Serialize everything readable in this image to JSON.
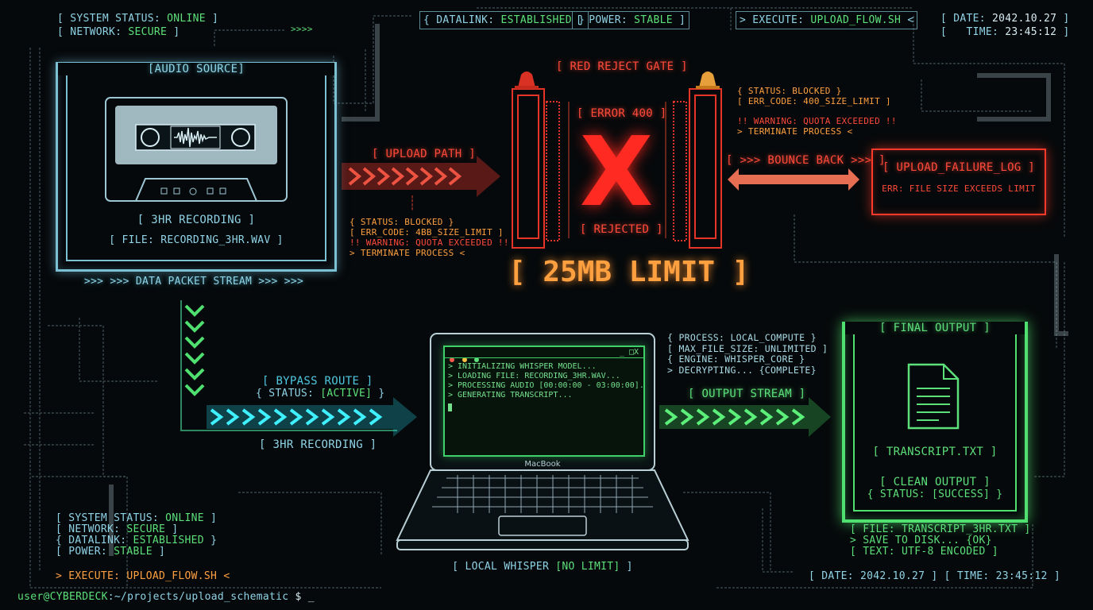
{
  "top_status": {
    "line1_prefix": "[ SYSTEM STATUS: ",
    "line1_value": "ONLINE",
    "line1_suffix": " ]",
    "line2_prefix": "[ NETWORK: ",
    "line2_value": "SECURE",
    "line2_suffix": " ]"
  },
  "top_bar": {
    "datalink_prefix": "{ DATALINK: ",
    "datalink_value": "ESTABLISHED",
    "datalink_suffix": " }",
    "power_prefix": "[ POWER: ",
    "power_value": "STABLE",
    "power_suffix": " ]",
    "execute_prefix": "> EXECUTE: ",
    "execute_value": "UPLOAD_FLOW.SH",
    "execute_suffix": " <",
    "date_prefix": "[ DATE: ",
    "date_value": "2042.10.27",
    "date_suffix": " ]",
    "time_prefix": "[   TIME: ",
    "time_value": "23:45:12",
    "time_suffix": " ]"
  },
  "audio_panel": {
    "title": "[AUDIO SOURCE]",
    "label": "[ 3HR RECORDING ]",
    "file": "[ FILE: RECORDING_3HR.WAV ]",
    "stream": ">>> >>> DATA PACKET STREAM >>> >>>"
  },
  "upload_path": {
    "label": "[ UPLOAD PATH ]",
    "status": "{ STATUS: BLOCKED }",
    "err": "[ ERR_CODE: 4BB_SIZE_LIMIT ]",
    "warn": "!! WARNING: QUOTA EXCEEDED !!",
    "term": "> TERMINATE PROCESS <"
  },
  "gate": {
    "title": "[ RED REJECT GATE ]",
    "error": "[ ERROR 400 ]",
    "rejected": "[ REJECTED ]",
    "limit": "[ 25MB LIMIT ]",
    "mark": "X"
  },
  "gate_status": {
    "status": "{ STATUS: BLOCKED }",
    "err": "[ ERR_CODE: 400_SIZE_LIMIT ]",
    "warn": "!! WARNING: QUOTA EXCEEDED !!",
    "term": "> TERMINATE PROCESS <"
  },
  "bounce": {
    "label": "[ >>> BOUNCE BACK >>> ]"
  },
  "failure_log": {
    "title": "[ UPLOAD_FAILURE_LOG ]",
    "err": "ERR: FILE SIZE EXCEEDS LIMIT"
  },
  "bypass": {
    "label": "[ BYPASS ROUTE ]",
    "status_prefix": "{ STATUS: ",
    "status_value": "[ACTIVE]",
    "status_suffix": " }",
    "recording": "[ 3HR RECORDING ]"
  },
  "terminal": {
    "lines": [
      "> INITIALIZING WHISPER MODEL...",
      "> LOADING FILE: RECORDING_3HR.WAV...",
      "> PROCESSING AUDIO [00:00:00 - 03:00:00].",
      "> GENERATING TRANSCRIPT..."
    ],
    "controls": "_ □X"
  },
  "laptop": {
    "brand": "MacBook",
    "label_prefix": "[ LOCAL WHISPER ",
    "label_value": "[NO LIMIT]",
    "label_suffix": " ]"
  },
  "process": {
    "l1": "{ PROCESS: LOCAL_COMPUTE }",
    "l2": "[ MAX_FILE_SIZE: UNLIMITED ]",
    "l3": "{ ENGINE: WHISPER_CORE }",
    "l4": "> DECRYPTING... {COMPLETE}"
  },
  "output_stream": {
    "label": "[ OUTPUT STREAM ]"
  },
  "final_panel": {
    "title": "[ FINAL OUTPUT ]",
    "file": "[ TRANSCRIPT.TXT ]",
    "clean": "[ CLEAN OUTPUT ]",
    "status_prefix": "{ STATUS: ",
    "status_value": "[SUCCESS]",
    "status_suffix": " }"
  },
  "final_info": {
    "l1": "[ FILE: TRANSCRIPT_3HR.TXT ]",
    "l2": "> SAVE TO DISK... {OK}",
    "l3": "[ TEXT: UTF-8 ENCODED ]"
  },
  "bottom_status": {
    "l1_prefix": "[ SYSTEM STATUS: ",
    "l1_value": "ONLINE",
    "l1_suffix": " ]",
    "l2_prefix": "[ NETWORK: ",
    "l2_value": "SECURE",
    "l2_suffix": " ]",
    "l3_prefix": "{ DATALINK: ",
    "l3_value": "ESTABLISHED",
    "l3_suffix": " }",
    "l4_prefix": "[ POWER: ",
    "l4_value": "STABLE",
    "l4_suffix": " ]",
    "exec_prefix": "> EXECUTE: ",
    "exec_value": "UPLOAD_FLOW.SH",
    "exec_suffix": " <"
  },
  "bottom_date": {
    "text": "[ DATE: 2042.10.27 ] [ TIME: 23:45:12 ]"
  },
  "prompt": {
    "user": "user@CYBERDECK",
    "path": ":~/projects/upload_schematic",
    "symbol": " $ _"
  },
  "colors": {
    "cyan": "#8fd3e6",
    "green": "#5ce07a",
    "red": "#ff4a3a",
    "orange": "#ffa040",
    "background": "#06090b"
  },
  "icons": [
    "cassette-icon",
    "waveform-icon",
    "x-mark-icon",
    "alarm-light-icon",
    "document-icon",
    "laptop-icon"
  ]
}
